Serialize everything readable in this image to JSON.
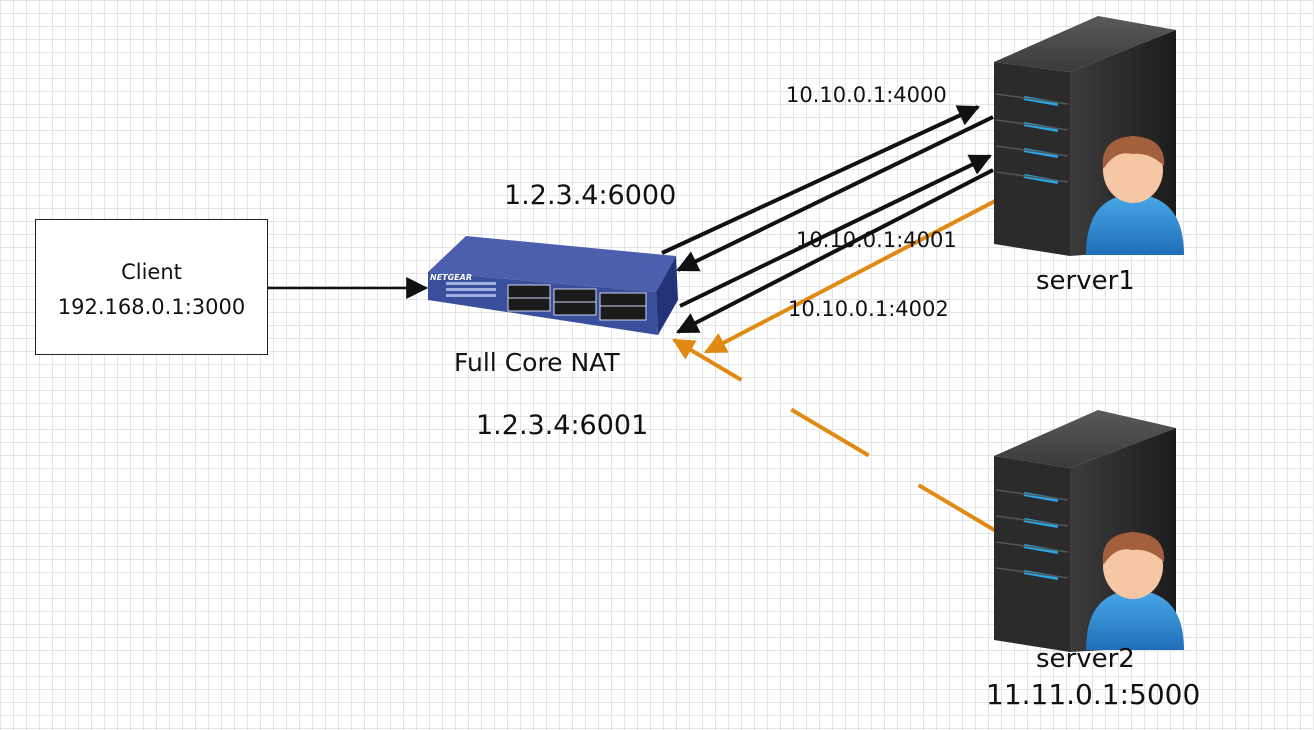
{
  "client": {
    "name": "Client",
    "address": "192.168.0.1:3000"
  },
  "nat": {
    "label": "Full Core NAT",
    "public_port_a": "1.2.3.4:6000",
    "public_port_b": "1.2.3.4:6001",
    "brand": "NETGEAR"
  },
  "server1": {
    "name": "server1",
    "ports": [
      "10.10.0.1:4000",
      "10.10.0.1:4001",
      "10.10.0.1:4002"
    ]
  },
  "server2": {
    "name": "server2",
    "address": "11.11.0.1:5000"
  },
  "colors": {
    "arrow_black": "#111111",
    "arrow_orange": "#e08a14",
    "switch_blue": "#3a4f9c",
    "server_body": "#2b2b2b",
    "server_led": "#2aa6e8",
    "user_shirt": "#2f8fd6",
    "user_face": "#f6c7a4",
    "user_hair": "#a45f3c"
  }
}
